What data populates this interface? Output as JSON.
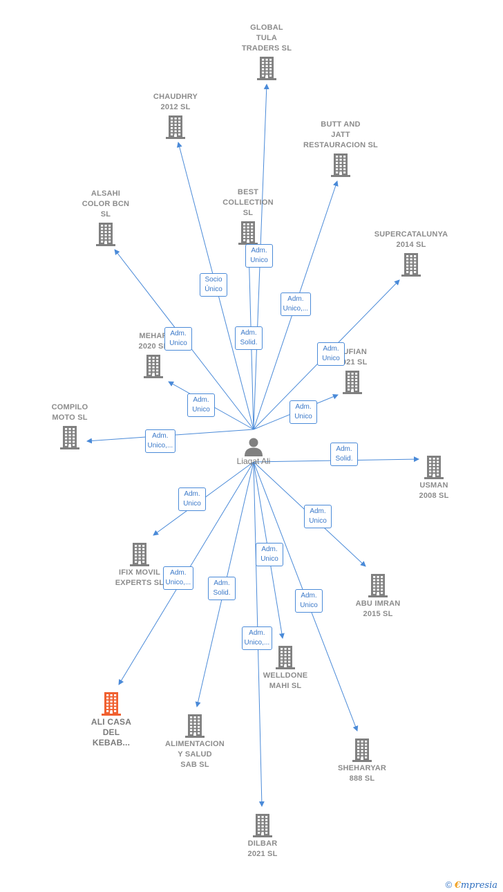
{
  "center": {
    "name": "Liaqat Ali"
  },
  "companies": [
    {
      "id": "global-tula",
      "label": "GLOBAL\nTULA\nTRADERS SL",
      "highlight": false
    },
    {
      "id": "chaudhry",
      "label": "CHAUDHRY\n2012 SL",
      "highlight": false
    },
    {
      "id": "butt-jatt",
      "label": "BUTT AND\nJATT\nRESTAURACION SL",
      "highlight": false
    },
    {
      "id": "alsahi",
      "label": "ALSAHI\nCOLOR BCN\nSL",
      "highlight": false
    },
    {
      "id": "best-collection",
      "label": "BEST\nCOLLECTION\nSL",
      "highlight": false
    },
    {
      "id": "supercatalunya",
      "label": "SUPERCATALUNYA\n2014 SL",
      "highlight": false
    },
    {
      "id": "mehar",
      "label": "MEHAR\n2020 SL",
      "highlight": false
    },
    {
      "id": "sufian",
      "label": "SUFIAN\n2021 SL",
      "highlight": false
    },
    {
      "id": "compilo",
      "label": "COMPILO\nMOTO SL",
      "highlight": false
    },
    {
      "id": "usman",
      "label": "USMAN\n2008 SL",
      "highlight": false
    },
    {
      "id": "ifix",
      "label": "IFIX MOVIL\nEXPERTS SL",
      "highlight": false
    },
    {
      "id": "abu-imran",
      "label": "ABU IMRAN\n2015 SL",
      "highlight": false
    },
    {
      "id": "welldone",
      "label": "WELLDONE\nMAHI SL",
      "highlight": false
    },
    {
      "id": "ali-casa",
      "label": "ALI CASA\nDEL\nKEBAB...",
      "highlight": true
    },
    {
      "id": "alimentacion",
      "label": "ALIMENTACION\nY SALUD\nSAB SL",
      "highlight": false
    },
    {
      "id": "sheharyar",
      "label": "SHEHARYAR\n888 SL",
      "highlight": false
    },
    {
      "id": "dilbar",
      "label": "DILBAR\n2021 SL",
      "highlight": false
    }
  ],
  "relations": [
    {
      "to": "global-tula",
      "label": "Adm.\nUnico"
    },
    {
      "to": "chaudhry",
      "label": "Socio\nÚnico"
    },
    {
      "to": "butt-jatt",
      "label": "Adm.\nUnico,..."
    },
    {
      "to": "alsahi",
      "label": "Adm.\nUnico"
    },
    {
      "to": "best-collection",
      "label": "Adm.\nSolid."
    },
    {
      "to": "supercatalunya",
      "label": "Adm.\nUnico"
    },
    {
      "to": "mehar",
      "label": "Adm.\nUnico"
    },
    {
      "to": "sufian",
      "label": "Adm.\nUnico"
    },
    {
      "to": "compilo",
      "label": "Adm.\nUnico,..."
    },
    {
      "to": "usman",
      "label": "Adm.\nSolid."
    },
    {
      "to": "ifix",
      "label": "Adm.\nUnico"
    },
    {
      "to": "abu-imran",
      "label": "Adm.\nUnico"
    },
    {
      "to": "welldone",
      "label": "Adm.\nUnico"
    },
    {
      "to": "ali-casa",
      "label": "Adm.\nUnico,..."
    },
    {
      "to": "alimentacion",
      "label": "Adm.\nSolid."
    },
    {
      "to": "sheharyar",
      "label": "Adm.\nUnico"
    },
    {
      "to": "dilbar",
      "label": "Adm.\nUnico,..."
    }
  ],
  "colors": {
    "edge": "#4a8ad8",
    "building": "#808080",
    "highlight": "#f06030"
  },
  "footer": {
    "copyright": "©",
    "brand_first": "€",
    "brand_rest": "mpresia"
  }
}
